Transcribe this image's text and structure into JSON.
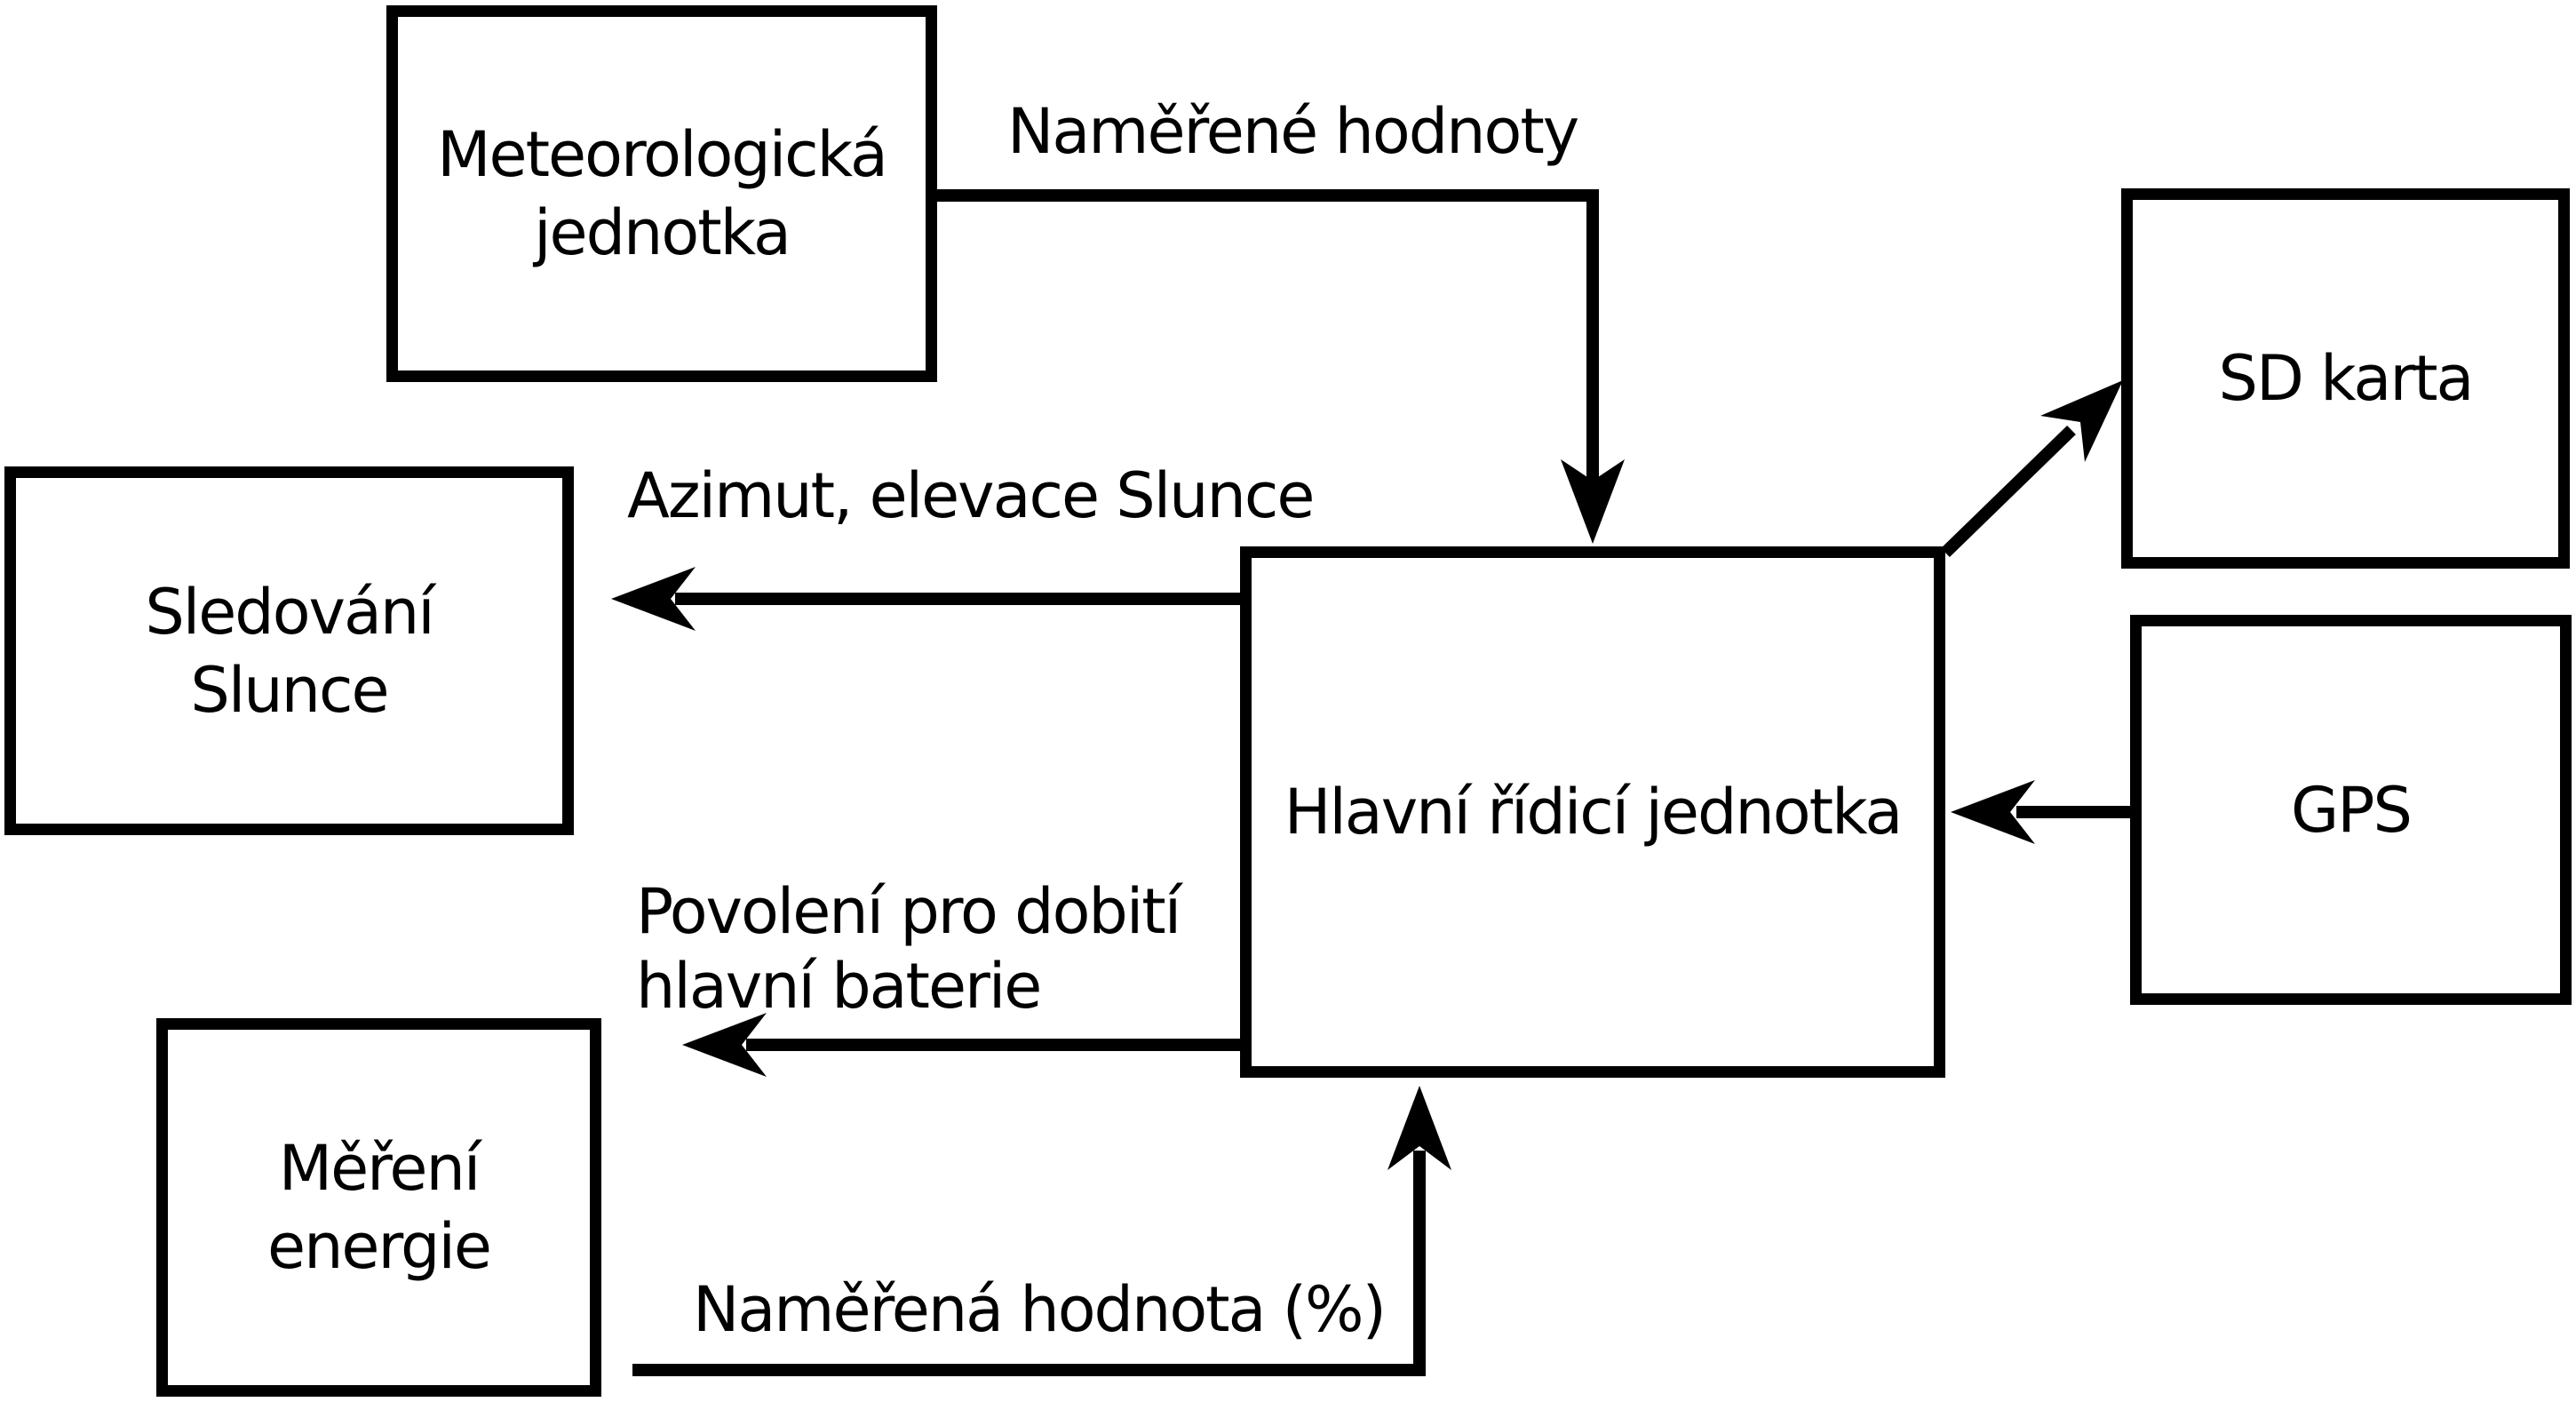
{
  "diagram": {
    "background_color": "#ffffff",
    "line_color": "#000000",
    "nodes": {
      "meteo": {
        "line1": "Meteorologická",
        "line2": "jednotka"
      },
      "sun": {
        "line1": "Sledování",
        "line2": "Slunce"
      },
      "energy": {
        "line1": "Měření",
        "line2": "energie"
      },
      "main": {
        "label": "Hlavní řídicí jednotka"
      },
      "sd": {
        "label": "SD karta"
      },
      "gps": {
        "label": "GPS"
      }
    },
    "edge_labels": {
      "measured_values": "Naměřené hodnoty",
      "azimuth_elevation": "Azimut, elevace Slunce",
      "charge_permission_line1": "Povolení pro dobití",
      "charge_permission_line2": "hlavní baterie",
      "measured_percentage": "Naměřená hodnota (%)"
    }
  }
}
